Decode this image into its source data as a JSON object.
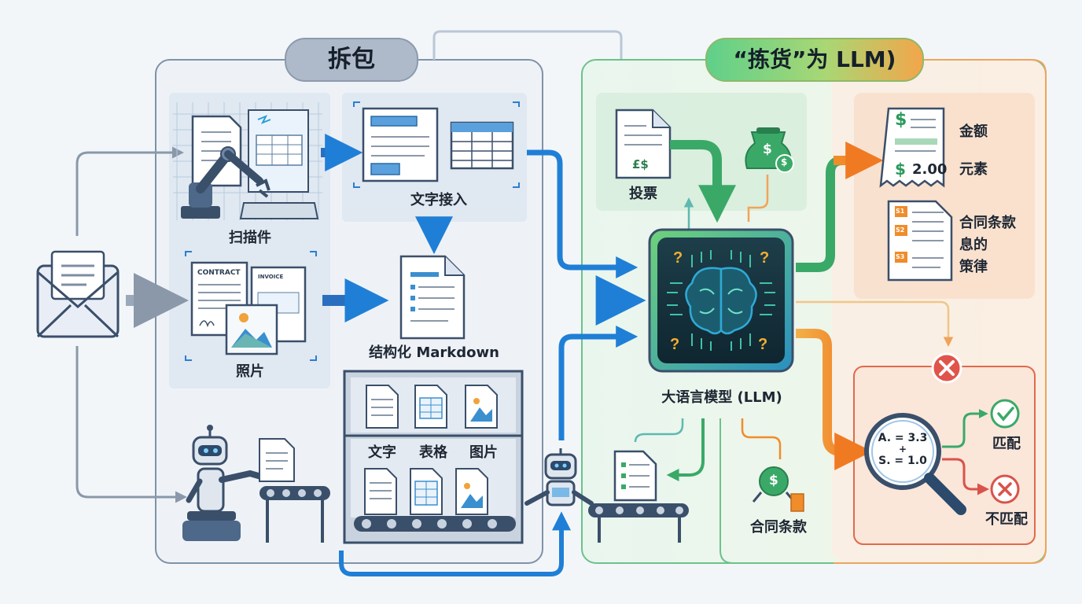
{
  "sections": {
    "unpack_title": "拆包",
    "pick_title": "“拣货”为 LLM)"
  },
  "nodes": {
    "scan": "扫描件",
    "photo": "照片",
    "text_ingest": "文字接入",
    "structured_md": "结构化 Markdown",
    "shelf_text": "文字",
    "shelf_table": "表格",
    "shelf_image": "图片",
    "vote": "投票",
    "llm": "大语言模型 (LLM)",
    "contract_terms_bottom": "合同条款"
  },
  "docs": {
    "contract": "CONTRACT",
    "invoice": "INVOICE",
    "pound_dollar": "£$"
  },
  "extracted": {
    "amount_label": "金额",
    "amount_value": "2.00",
    "element_label": "元素",
    "contract_terms_line1": "合同条款",
    "contract_terms_line2": "息的",
    "contract_terms_line3": "策律",
    "row_tags": [
      "S1",
      "S2",
      "S3"
    ]
  },
  "verify": {
    "formula_line1": "A. = 3.3",
    "formula_line2": "+",
    "formula_line3": "S. = 1.0",
    "match": "匹配",
    "no_match": "不匹配"
  },
  "colors": {
    "blue_arrow": "#1f7fd6",
    "green_arrow": "#3aa968",
    "orange_arrow": "#f08c2a",
    "red_cross": "#e0544a",
    "green_check": "#3aa968"
  }
}
